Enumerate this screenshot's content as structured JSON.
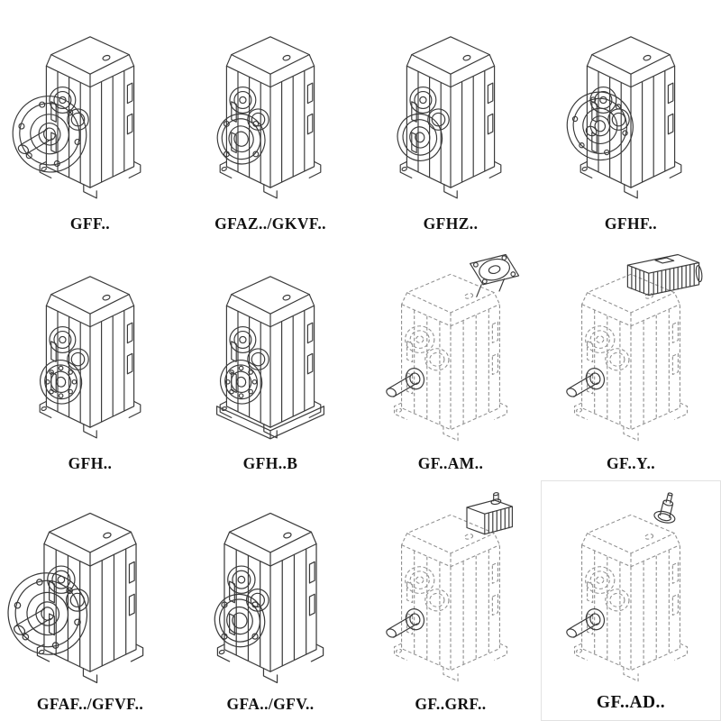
{
  "page": {
    "kind": "gear-unit-catalog-sheet",
    "background": "#ffffff"
  },
  "colors": {
    "line": "#3a3a3a",
    "phantom_line": "#8f8f8f",
    "label": "#111111"
  },
  "grid": {
    "rows": 3,
    "cols": 4
  },
  "items": [
    {
      "label": "GFF..",
      "variant": "flange-output",
      "style": "solid",
      "drawing": "parallel-shaft-gearbox-with-output-flange-and-shaft"
    },
    {
      "label": "GFAZ../GKVF..",
      "variant": "hollow-shaft",
      "style": "solid",
      "drawing": "parallel-shaft-gearbox-with-hollow-shaft-bore"
    },
    {
      "label": "GFHZ..",
      "variant": "hollow-shaft-h",
      "style": "solid",
      "drawing": "parallel-shaft-gearbox-with-hollow-shaft"
    },
    {
      "label": "GFHF..",
      "variant": "flange-front",
      "style": "solid",
      "drawing": "parallel-shaft-gearbox-with-front-mounting-flange"
    },
    {
      "label": "GFH..",
      "variant": "foot-mounted",
      "style": "solid",
      "drawing": "foot-mounted-parallel-shaft-gearbox"
    },
    {
      "label": "GFH..B",
      "variant": "foot-mounted-base",
      "style": "solid",
      "drawing": "foot-mounted-parallel-shaft-gearbox-with-base"
    },
    {
      "label": "GF..AM..",
      "variant": "motor-adapter-flange",
      "style": "phantom",
      "drawing": "phantom-gearbox-with-motor-adapter-flange"
    },
    {
      "label": "GF..Y..",
      "variant": "with-motor",
      "style": "phantom",
      "drawing": "phantom-gearbox-with-mounted-motor"
    },
    {
      "label": "GFAF../GFVF..",
      "variant": "flange-output-large",
      "style": "solid",
      "drawing": "parallel-shaft-gearbox-with-large-output-flange"
    },
    {
      "label": "GFA../GFV..",
      "variant": "hollow-shaft-large",
      "style": "solid",
      "drawing": "parallel-shaft-gearbox-hollow-shaft-large"
    },
    {
      "label": "GF..GRF..",
      "variant": "primary-gear-adapter",
      "style": "phantom",
      "drawing": "phantom-gearbox-with-primary-gear-unit"
    },
    {
      "label": "GF..AD..",
      "variant": "input-shaft-adapter",
      "style": "phantom",
      "drawing": "phantom-gearbox-with-input-shaft-adapter"
    }
  ]
}
